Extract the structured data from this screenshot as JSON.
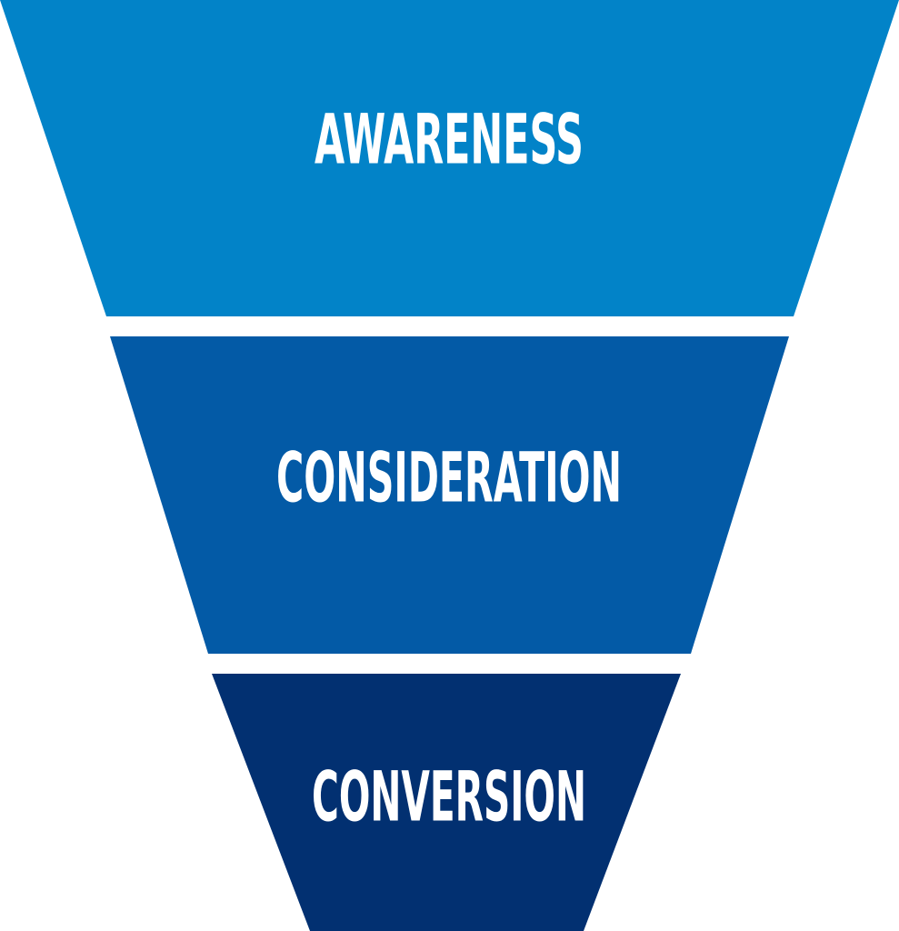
{
  "funnel": {
    "stages": [
      {
        "label": "AWARENESS",
        "color": "#0283C8"
      },
      {
        "label": "CONSIDERATION",
        "color": "#035AA6"
      },
      {
        "label": "CONVERSION",
        "color": "#023071"
      }
    ]
  }
}
